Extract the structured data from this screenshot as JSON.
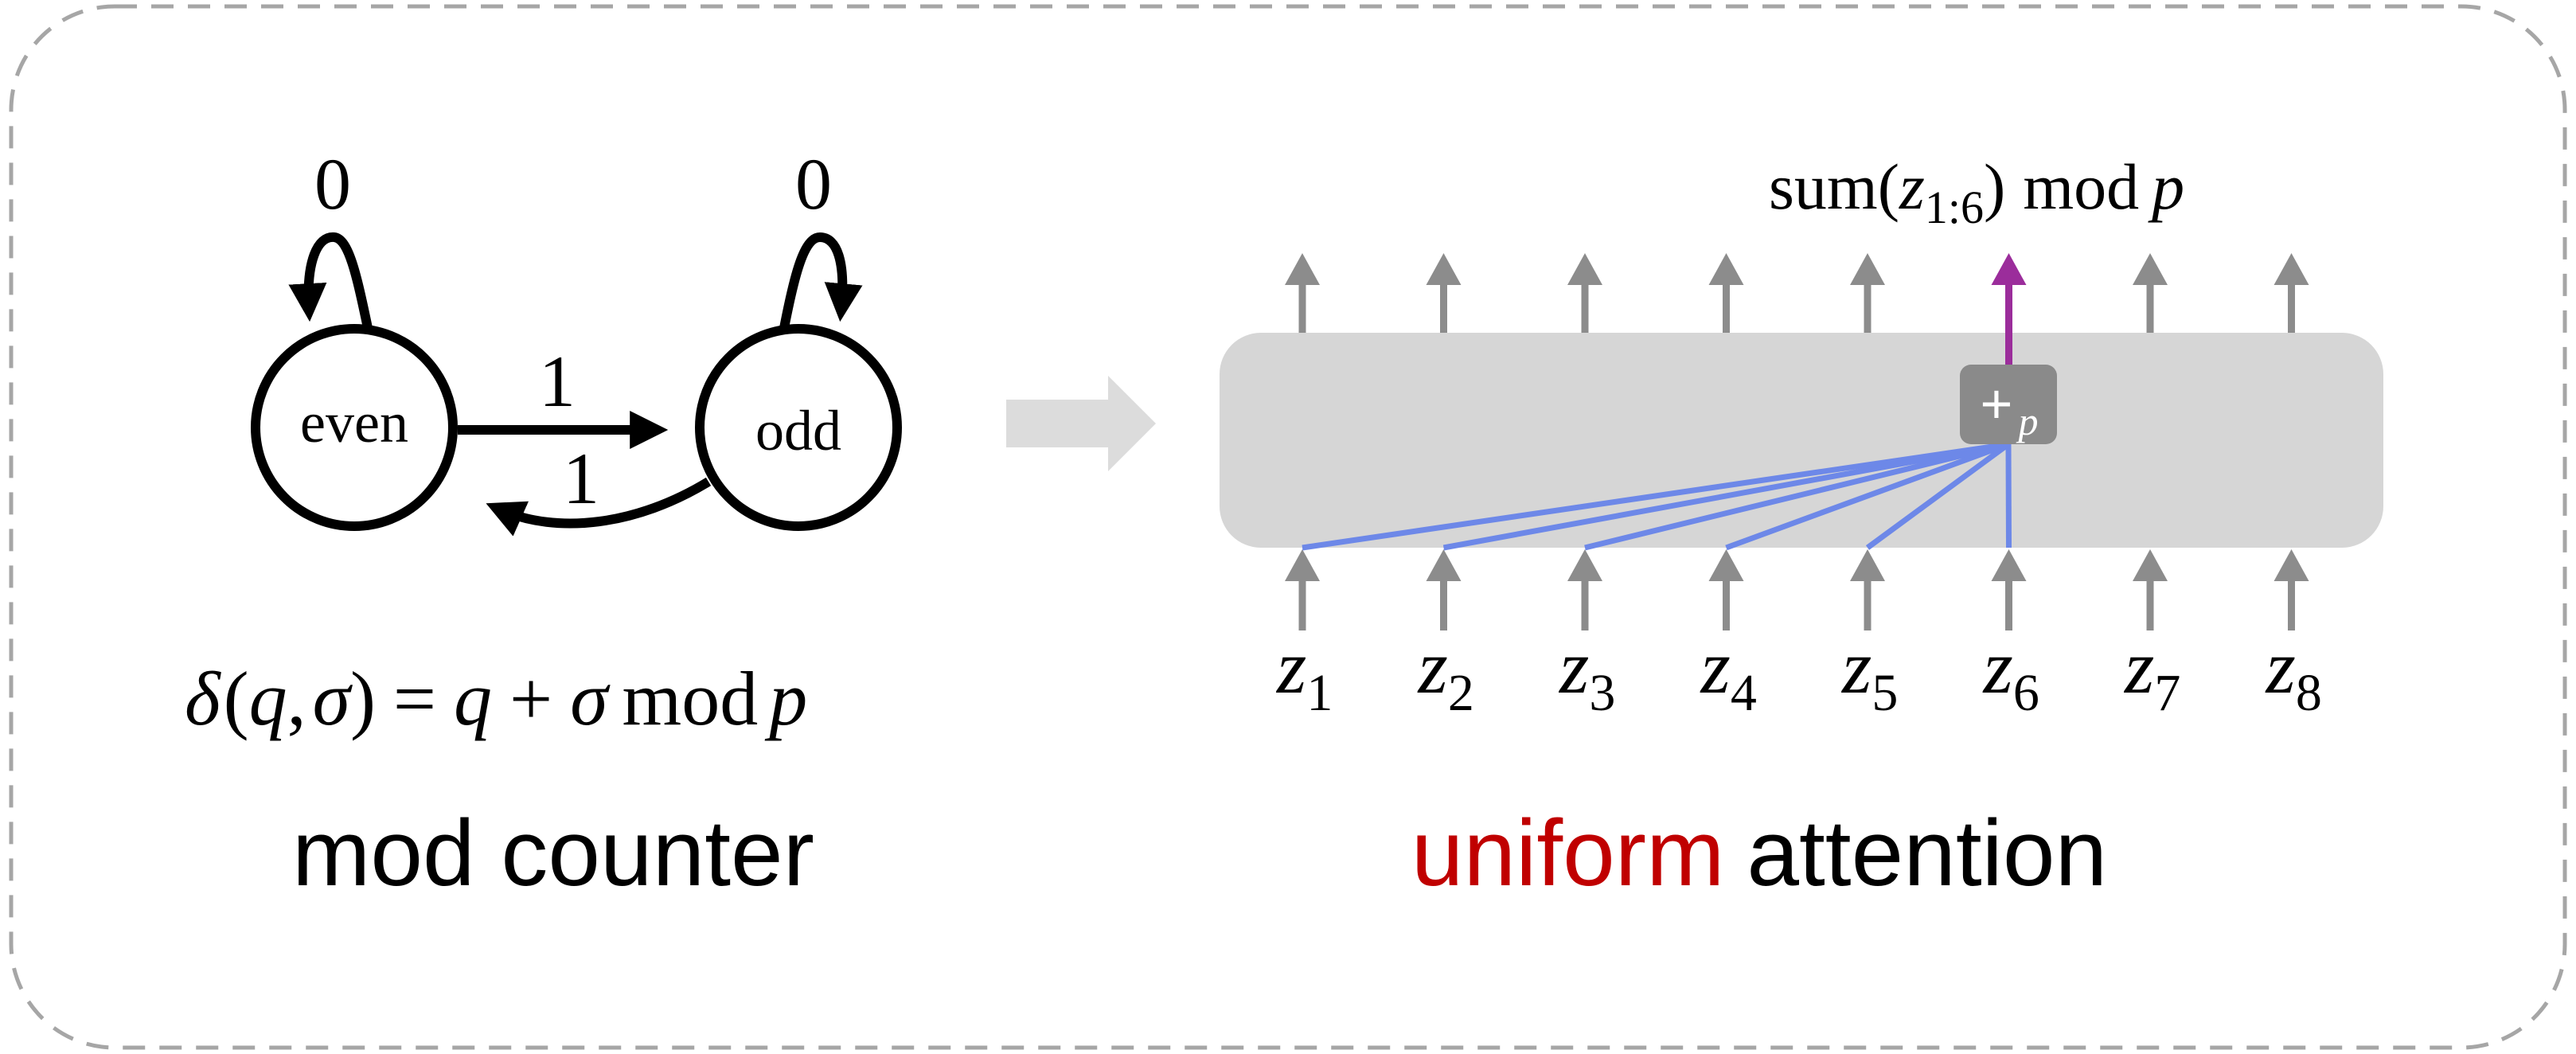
{
  "left_panel": {
    "state_even": "even",
    "state_odd": "odd",
    "self_loop_even_label": "0",
    "self_loop_odd_label": "0",
    "edge_even_to_odd_label": "1",
    "edge_odd_to_even_label": "1",
    "formula": {
      "delta": "δ",
      "open": "(",
      "q": "q",
      "comma": ",",
      "sigma": "σ",
      "close": ")",
      "eq": "=",
      "q2": "q",
      "plus": "+",
      "sigma2": "σ",
      "mod": "mod",
      "p": "p"
    },
    "caption": "mod counter"
  },
  "right_panel": {
    "output_label": {
      "sum": "sum(",
      "z": "z",
      "sub": "1:6",
      "close": ")",
      "mod": "mod",
      "p": "p"
    },
    "operator": {
      "plus": "+",
      "sub": "p"
    },
    "tokens": [
      {
        "z": "z",
        "sub": "1"
      },
      {
        "z": "z",
        "sub": "2"
      },
      {
        "z": "z",
        "sub": "3"
      },
      {
        "z": "z",
        "sub": "4"
      },
      {
        "z": "z",
        "sub": "5"
      },
      {
        "z": "z",
        "sub": "6"
      },
      {
        "z": "z",
        "sub": "7"
      },
      {
        "z": "z",
        "sub": "8"
      }
    ],
    "caption_highlight": "uniform",
    "caption_rest": "attention"
  },
  "colors": {
    "highlight_red": "#c00000",
    "attention_blue": "#6d88e8",
    "output_purple": "#9b2d9b",
    "arrow_gray": "#8c8c8c",
    "block_gray": "#d6d6d6",
    "operator_gray": "#8a8a8a",
    "border_dash_gray": "#a6a6a6"
  }
}
